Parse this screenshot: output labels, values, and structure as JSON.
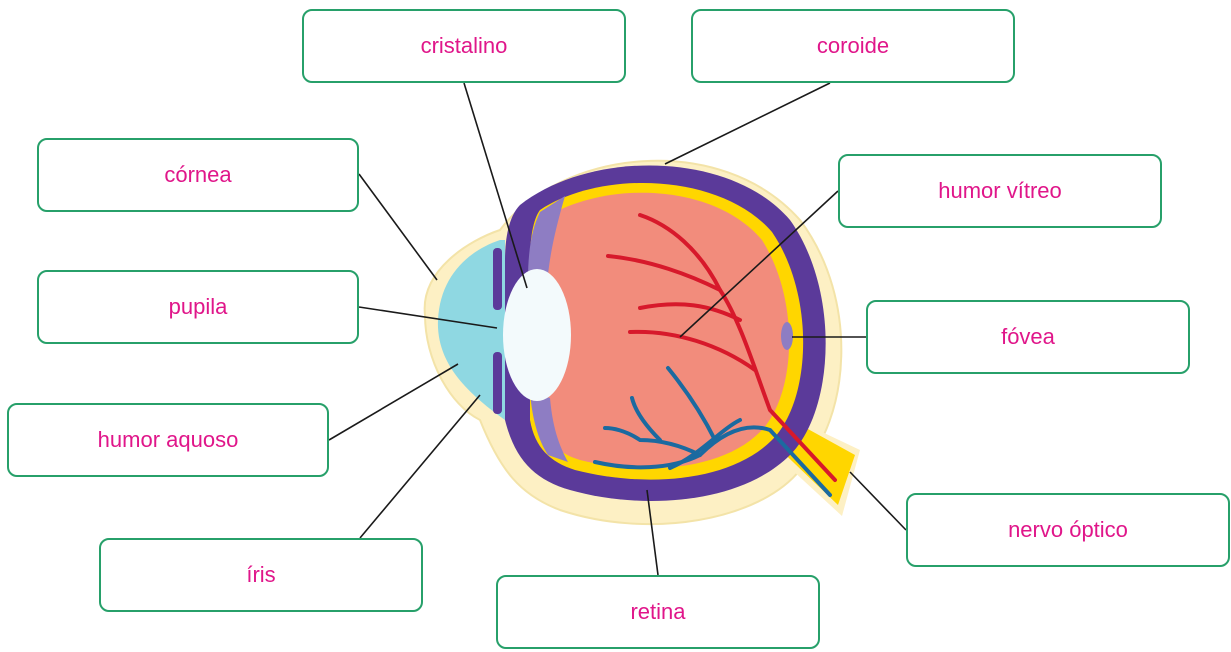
{
  "labels": {
    "cristalino": "cristalino",
    "coroide": "coroide",
    "cornea": "córnea",
    "humor_vitreo": "humor vítreo",
    "pupila": "pupila",
    "fovea": "fóvea",
    "humor_aquoso": "humor aquoso",
    "nervo_optico": "nervo óptico",
    "iris": "íris",
    "retina": "retina"
  },
  "colors": {
    "label_text": "#e0168a",
    "label_border": "#27a06a",
    "sclera": "#fdf0c4",
    "choroid": "#5b3a9a",
    "retina": "#ffd600",
    "vitreous": "#f28c7c",
    "aqueous": "#8fd8e2",
    "iris": "#8e7dc3",
    "lens": "#f3fafc",
    "artery": "#d7192b",
    "vein": "#1b6aa0",
    "nerve": "#ffd600"
  }
}
